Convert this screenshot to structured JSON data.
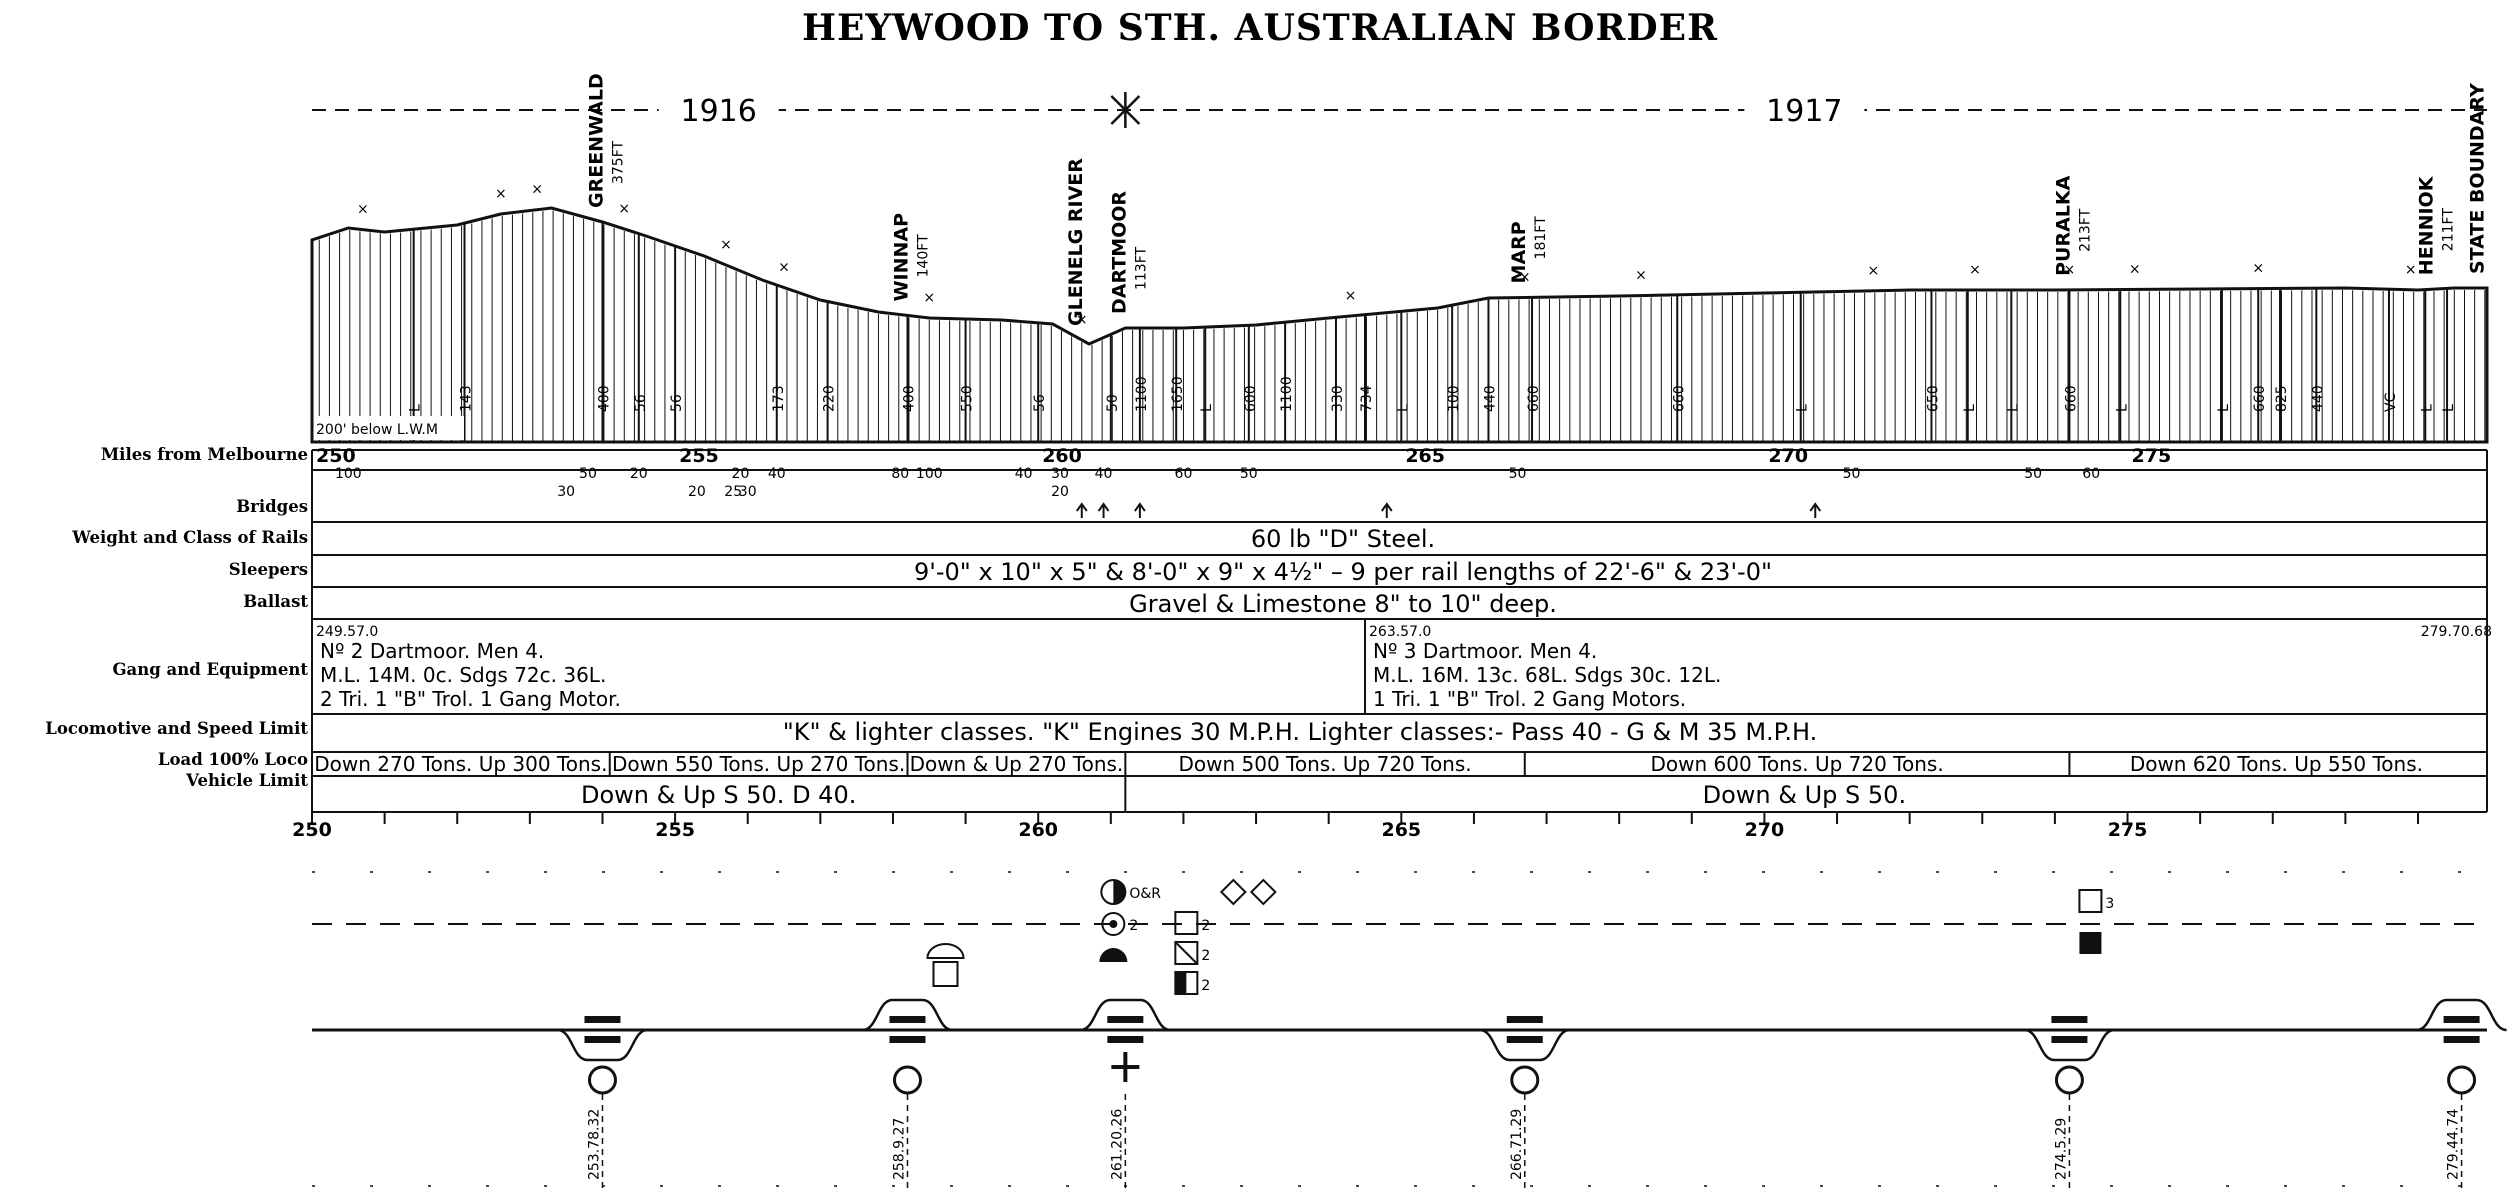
{
  "title": "HEYWOOD TO STH. AUSTRALIAN BORDER",
  "years": [
    {
      "label": "1916",
      "from": 250,
      "to": 261.2
    },
    {
      "label": "1917",
      "from": 261.2,
      "to": 279.9
    }
  ],
  "stations": [
    {
      "name": "GREENWALD",
      "height": "375FT",
      "mile": 254
    },
    {
      "name": "WINNAP",
      "height": "140FT",
      "mile": 258.2
    },
    {
      "name": "GLENELG RIVER",
      "height": "",
      "mile": 260.6
    },
    {
      "name": "DARTMOOR",
      "height": "113FT",
      "mile": 261.2
    },
    {
      "name": "MARP",
      "height": "181FT",
      "mile": 266.7
    },
    {
      "name": "PURALKA",
      "height": "213FT",
      "mile": 274.2
    },
    {
      "name": "HENNIOK",
      "height": "211FT",
      "mile": 279.2
    },
    {
      "name": "STATE BOUNDARY",
      "height": "",
      "mile": 279.9
    }
  ],
  "profile": {
    "datum_label": "200' below L.W.M",
    "end_label": "279.70.68",
    "gradients": [
      {
        "label": "L",
        "mile": 251.4
      },
      {
        "label": "143",
        "mile": 252.1
      },
      {
        "label": "400",
        "mile": 254
      },
      {
        "label": "56",
        "mile": 254.5
      },
      {
        "label": "56",
        "mile": 255
      },
      {
        "label": "173",
        "mile": 256.4
      },
      {
        "label": "220",
        "mile": 257.1
      },
      {
        "label": "400",
        "mile": 258.2
      },
      {
        "label": "550",
        "mile": 259
      },
      {
        "label": "56",
        "mile": 260
      },
      {
        "label": "50",
        "mile": 261
      },
      {
        "label": "1100",
        "mile": 261.4
      },
      {
        "label": "1650",
        "mile": 261.9
      },
      {
        "label": "L",
        "mile": 262.3
      },
      {
        "label": "600",
        "mile": 262.9
      },
      {
        "label": "1100",
        "mile": 263.4
      },
      {
        "label": "330",
        "mile": 264.1
      },
      {
        "label": "734",
        "mile": 264.5
      },
      {
        "label": "L",
        "mile": 265
      },
      {
        "label": "100",
        "mile": 265.7
      },
      {
        "label": "440",
        "mile": 266.2
      },
      {
        "label": "660",
        "mile": 266.8
      },
      {
        "label": "660",
        "mile": 268.8
      },
      {
        "label": "L",
        "mile": 270.5
      },
      {
        "label": "650",
        "mile": 272.3
      },
      {
        "label": "L",
        "mile": 272.8
      },
      {
        "label": "L",
        "mile": 273.4
      },
      {
        "label": "660",
        "mile": 274.2
      },
      {
        "label": "L",
        "mile": 274.9
      },
      {
        "label": "L",
        "mile": 276.3
      },
      {
        "label": "660",
        "mile": 276.8
      },
      {
        "label": "825",
        "mile": 277.1
      },
      {
        "label": "440",
        "mile": 277.6
      },
      {
        "label": "VC",
        "mile": 278.6
      },
      {
        "label": "L",
        "mile": 279.1
      },
      {
        "label": "L",
        "mile": 279.4
      }
    ]
  },
  "rows": {
    "miles_label": "Miles from Melbourne",
    "bridges_label": "Bridges",
    "rails_label": "Weight and Class of Rails",
    "sleepers_label": "Sleepers",
    "ballast_label": "Ballast",
    "gang_label": "Gang and Equipment",
    "loco_label": "Locomotive and Speed Limit",
    "load_label": "Load 100% Loco",
    "vehicle_label": "Vehicle Limit"
  },
  "mile_markers": [
    {
      "label": "250",
      "mile": 250
    },
    {
      "label": "255",
      "mile": 255
    },
    {
      "label": "260",
      "mile": 260
    },
    {
      "label": "265",
      "mile": 265
    },
    {
      "label": "270",
      "mile": 270
    },
    {
      "label": "275",
      "mile": 275
    }
  ],
  "mile_minor": [
    {
      "label": "100",
      "mile": 250.5
    },
    {
      "label": "50",
      "mile": 253.8
    },
    {
      "label": "20",
      "mile": 254.5
    },
    {
      "label": "20",
      "mile": 255.9
    },
    {
      "label": "40",
      "mile": 256.4
    },
    {
      "label": "80",
      "mile": 258.1
    },
    {
      "label": "100",
      "mile": 258.5
    },
    {
      "label": "40",
      "mile": 259.8
    },
    {
      "label": "30",
      "mile": 260.3
    },
    {
      "label": "40",
      "mile": 260.9
    },
    {
      "label": "60",
      "mile": 262
    },
    {
      "label": "50",
      "mile": 262.9
    },
    {
      "label": "50",
      "mile": 266.6
    },
    {
      "label": "50",
      "mile": 271.2
    },
    {
      "label": "50",
      "mile": 273.7
    },
    {
      "label": "60",
      "mile": 274.5
    }
  ],
  "curves": [
    {
      "label": "30",
      "mile": 253.5
    },
    {
      "label": "20",
      "mile": 255.3
    },
    {
      "label": "25",
      "mile": 255.8
    },
    {
      "label": "30",
      "mile": 256
    },
    {
      "label": "20",
      "mile": 260.3
    }
  ],
  "bridges": [
    {
      "mile": 260.6
    },
    {
      "mile": 260.9
    },
    {
      "mile": 261.4
    },
    {
      "mile": 264.8
    },
    {
      "mile": 270.7
    }
  ],
  "rails": "60 lb \"D\" Steel.",
  "sleepers": "9'-0\" x 10\" x 5\" & 8'-0\" x 9\" x 4½\" – 9 per rail lengths of 22'-6\" & 23'-0\"",
  "ballast": "Gravel & Limestone 8\" to 10\" deep.",
  "gangs": [
    {
      "start": "249.57.0",
      "lines": [
        "Nº 2 Dartmoor. Men 4.",
        "M.L. 14M. 0c. Sdgs 72c. 36L.",
        "2 Tri. 1 \"B\" Trol. 1 Gang Motor."
      ],
      "from": 250,
      "to": 264.5
    },
    {
      "start": "263.57.0",
      "lines": [
        "Nº 3 Dartmoor. Men 4.",
        "M.L. 16M. 13c. 68L. Sdgs 30c. 12L.",
        "1 Tri. 1 \"B\" Trol. 2 Gang Motors."
      ],
      "from": 264.5,
      "to": 279.9
    }
  ],
  "loco": "\"K\" & lighter classes. \"K\" Engines 30 M.P.H. Lighter classes:- Pass 40 - G & M 35 M.P.H.",
  "loads": [
    {
      "text": "Down 270 Tons. Up 300 Tons.",
      "from": 250,
      "to": 254.1
    },
    {
      "text": "Down 550 Tons. Up 270 Tons.",
      "from": 254.1,
      "to": 258.2
    },
    {
      "text": "Down & Up 270 Tons.",
      "from": 258.2,
      "to": 261.2
    },
    {
      "text": "Down 500 Tons.  Up 720 Tons.",
      "from": 261.2,
      "to": 266.7
    },
    {
      "text": "Down 600 Tons.        Up 720 Tons.",
      "from": 266.7,
      "to": 274.2
    },
    {
      "text": "Down 620 Tons. Up 550 Tons.",
      "from": 274.2,
      "to": 279.9
    }
  ],
  "vehicles": [
    {
      "text": "Down & Up S 50. D 40.",
      "from": 250,
      "to": 261.2
    },
    {
      "text": "Down & Up S 50.",
      "from": 261.2,
      "to": 279.9
    }
  ],
  "track_miles": [
    {
      "label": "250",
      "mile": 250
    },
    {
      "label": "255",
      "mile": 255
    },
    {
      "label": "260",
      "mile": 260
    },
    {
      "label": "265",
      "mile": 265
    },
    {
      "label": "270",
      "mile": 270
    },
    {
      "label": "275",
      "mile": 275
    }
  ],
  "station_points": [
    {
      "label": "253.78.32",
      "mile": 254
    },
    {
      "label": "258.9.27",
      "mile": 258.2
    },
    {
      "label": "261.20.26",
      "mile": 261.2
    },
    {
      "label": "266.71.29",
      "mile": 266.7
    },
    {
      "label": "274.5.29",
      "mile": 274.2
    },
    {
      "label": "279.44.74",
      "mile": 279.6
    }
  ],
  "dartmoor_symbols": [
    {
      "label": "O&R"
    },
    {
      "label": "2"
    },
    {
      "label": "2"
    },
    {
      "label": "2"
    }
  ],
  "puralka_symbol": {
    "label": "3"
  }
}
